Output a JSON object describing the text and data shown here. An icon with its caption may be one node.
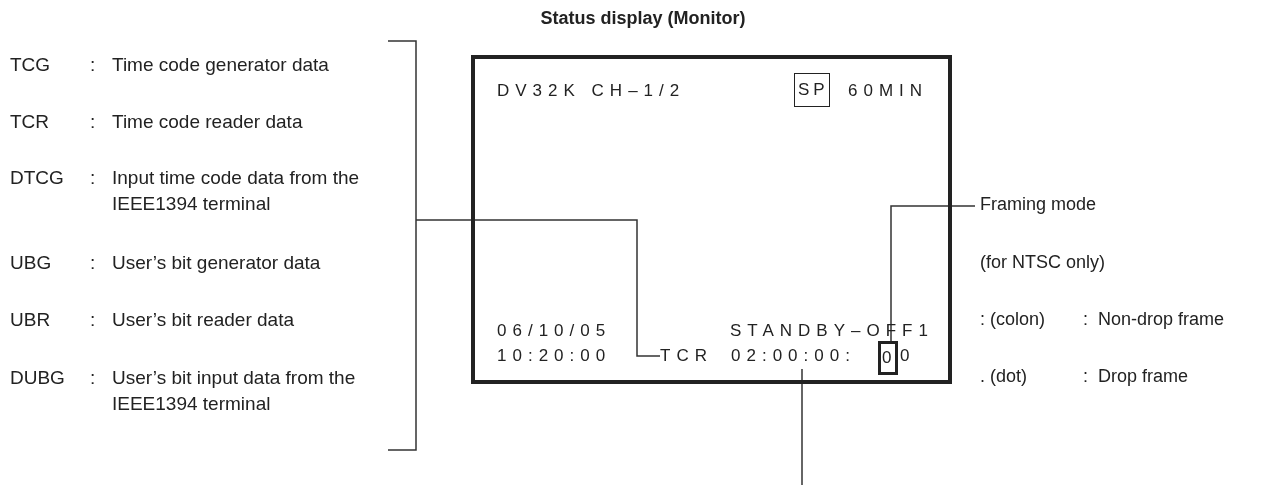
{
  "diagram": {
    "title": "Status display (Monitor)",
    "nodes": [
      {
        "text": [
          "TCG : Time code generator data",
          "TCR : Time code reader data",
          "DTCG : Input time code data from the IEEE1394 terminal",
          "UBG : User’s bit generator data",
          "UBR : User’s bit reader data",
          "DUBG : User’s bit input data from the IEEE1394 terminal"
        ]
      },
      {
        "text": [
          "DV32K CH–1/2",
          "60MIN",
          "06/10/05",
          "STANDBY–OFF1",
          "10:20:00",
          "0"
        ]
      },
      {
        "text": [
          "SP"
        ],
        "in": 1
      },
      {
        "text": [
          "TCR"
        ],
        "in": 1
      },
      {
        "text": [
          "02:00:00:"
        ],
        "in": 1
      },
      {
        "text": [
          "0"
        ],
        "in": 1
      },
      {
        "text": [
          "Framing mode"
        ]
      }
    ],
    "edges": [
      {
        "from": 0,
        "to": 3,
        "arrow": "none"
      },
      {
        "from": 6,
        "to": 5,
        "arrow": "none"
      },
      {
        "from": null,
        "to": 4,
        "arrow": "none"
      }
    ],
    "labels": [
      "(for NTSC only)",
      ": (colon) : Non-drop frame",
      ". (dot) : Drop frame"
    ]
  }
}
